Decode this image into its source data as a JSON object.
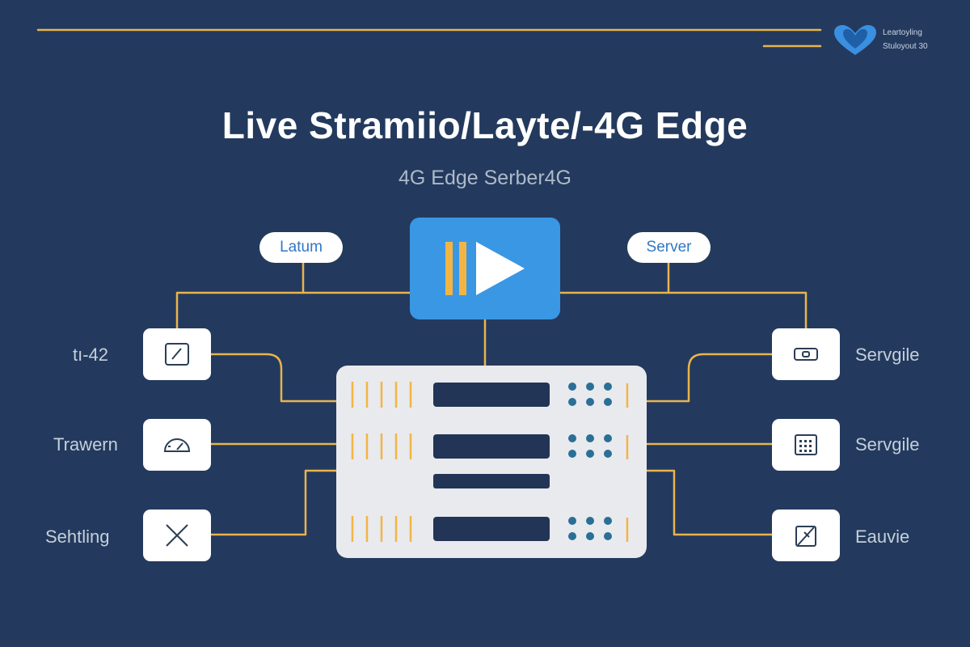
{
  "brand": {
    "line1": "Leartoyling",
    "line2": "Stuloyout 30",
    "colors": {
      "heart_outer": "#3a8fe0",
      "heart_inner": "#1f5fa8"
    }
  },
  "title": "Live Stramiio/Layte/-4G Edge",
  "subtitle": "4G Edge  Serber4G",
  "top_pills": [
    {
      "label": "Latum"
    },
    {
      "label": "Server"
    }
  ],
  "center": {
    "play_tile": {
      "icon": "play-icon",
      "bar_color": "#f2b544"
    },
    "server_rack": {
      "rows": 3,
      "slot_color": "#223556",
      "dot_color": "#2a6f96",
      "vent_color": "#f2b544"
    }
  },
  "left_nodes": [
    {
      "label": "tı-42",
      "icon": "edit-square-icon"
    },
    {
      "label": "Trawern",
      "icon": "gauge-icon"
    },
    {
      "label": "Sehtling",
      "icon": "close-icon"
    }
  ],
  "right_nodes": [
    {
      "label": "Servgile",
      "icon": "card-icon"
    },
    {
      "label": "Servgile",
      "icon": "keypad-icon"
    },
    {
      "label": "Eauvie",
      "icon": "pencil-icon"
    }
  ],
  "colors": {
    "background": "#233a5e",
    "connector": "#e9b44c",
    "accent_blue": "#3a97e4",
    "pill_text": "#2f78c5"
  }
}
